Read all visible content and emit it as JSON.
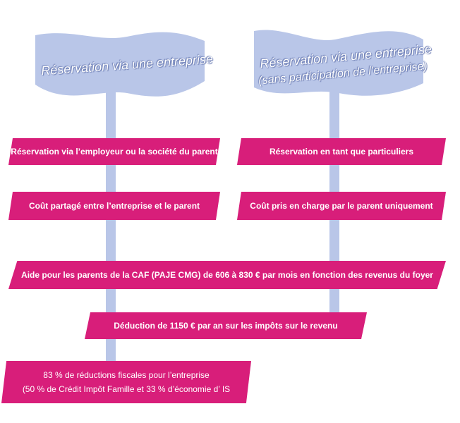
{
  "flags": {
    "left": {
      "title": "Réservation via une entreprise"
    },
    "right": {
      "line1": "Réservation via une entreprise",
      "line2": "(sans participation de l’entreprise)"
    }
  },
  "boxes": {
    "employer": "Réservation via l’employeur ou la société du parent",
    "individual": "Réservation en tant que particuliers",
    "cost_shared": "Coût partagé entre l’entreprise et le parent",
    "cost_parent": "Coût pris en charge par le parent uniquement",
    "caf": "Aide pour les parents de la CAF (PAJE CMG) de 606 à 830 € par mois en fonction des revenus du foyer",
    "deduction": "Déduction de 1150 € par an sur les impôts sur le revenu",
    "tax_line1": "83 % de réductions fiscales pour l’entreprise",
    "tax_line2": "(50 % de Crédit Impôt Famille et 33 % d’économie d’ IS"
  },
  "colors": {
    "flag": "#b9c6e8",
    "box": "#d81e7a",
    "text": "#ffffff"
  }
}
